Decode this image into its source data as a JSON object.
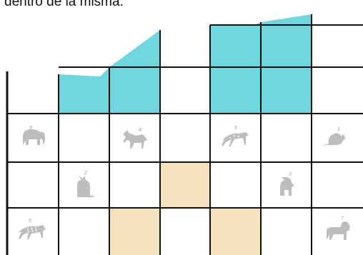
{
  "caption": "dentro de la misma.",
  "colors": {
    "cyan": "#6fd6df",
    "tan": "#f6e1bd",
    "line": "#111111",
    "icon": "#bdbdbd"
  },
  "animals": [
    {
      "id": "elephant",
      "label": "8",
      "icon": "elephant-icon"
    },
    {
      "id": "wolf",
      "label": "4",
      "icon": "wolf-icon"
    },
    {
      "id": "cheetah",
      "label": "5",
      "icon": "cheetah-icon"
    },
    {
      "id": "mouse",
      "label": "1",
      "icon": "mouse-icon"
    },
    {
      "id": "cat",
      "label": "2",
      "icon": "cat-icon"
    },
    {
      "id": "dog",
      "label": "3",
      "icon": "dog-icon"
    },
    {
      "id": "tiger",
      "label": "6",
      "icon": "tiger-icon"
    },
    {
      "id": "lion",
      "label": "7",
      "icon": "lion-icon"
    }
  ]
}
